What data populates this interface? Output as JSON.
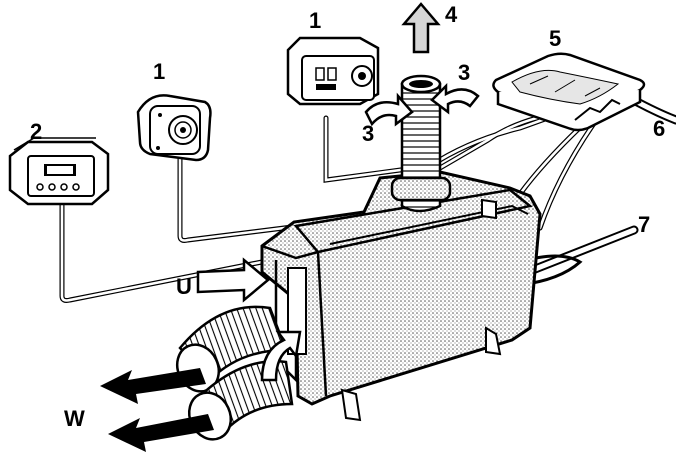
{
  "callouts": {
    "one_round_panel": "1",
    "one_rect_panel": "1",
    "two": "2",
    "three_left": "3",
    "three_right": "3",
    "four": "4",
    "five": "5",
    "six": "6",
    "seven": "7",
    "u": "U",
    "w": "W"
  },
  "colors": {
    "ink": "#000000",
    "shade": "#d6d6d6",
    "arrow_fill": "#ffffff",
    "background": "#ffffff"
  }
}
